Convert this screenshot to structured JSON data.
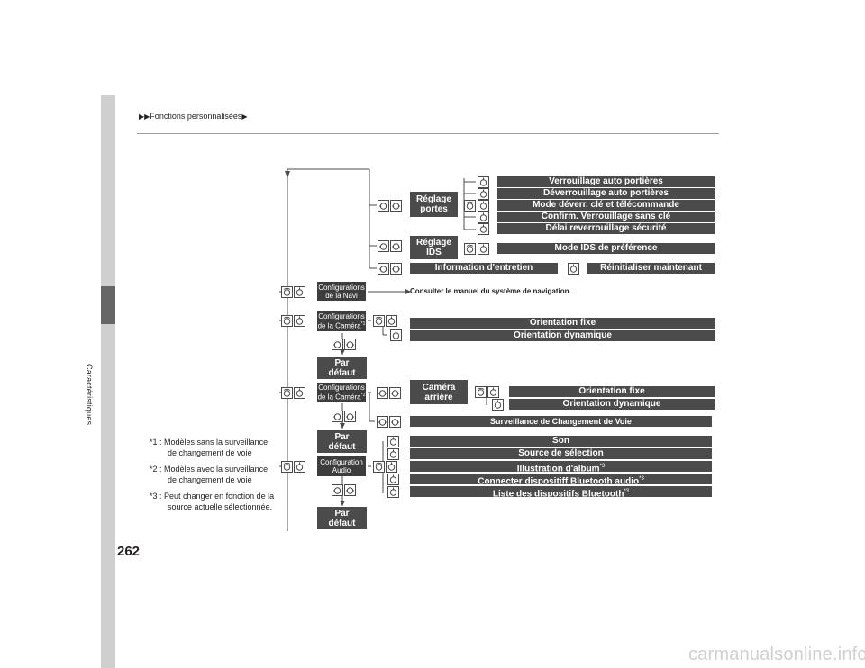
{
  "header": {
    "prefix": "▶▶",
    "title": "Fonctions personnalisées",
    "suffix": "▶"
  },
  "sidebar": {
    "label": "Caractéristiques"
  },
  "page_number": "262",
  "watermark": "carmanualsonline.info",
  "tree": {
    "door_settings": {
      "label_1": "Réglage",
      "label_2": "portes"
    },
    "door_items": [
      "Verrouillage auto portières",
      "Déverrouillage auto portières",
      "Mode déverr. clé et télécommande",
      "Confirm. Verrouillage sans clé",
      "Délai reverrouillage sécurité"
    ],
    "ids_settings": {
      "label_1": "Réglage",
      "label_2": "IDS"
    },
    "ids_item": "Mode IDS de préférence",
    "maintenance": "Information d'entretien",
    "reset_now": "Réinitialiser maintenant",
    "navi_config": {
      "label_1": "Configurations",
      "label_2": "de la Navi"
    },
    "navi_ref": "Consulter le manuel du système de navigation.",
    "camera_config_1": {
      "label_1": "Configurations",
      "label_2": "de la Caméra",
      "note": "*1"
    },
    "camera1_items": [
      "Orientation fixe",
      "Orientation dynamique"
    ],
    "default_1": {
      "label_1": "Par",
      "label_2": "défaut"
    },
    "camera_config_2": {
      "label_1": "Configurations",
      "label_2": "de la Caméra",
      "note": "*2"
    },
    "rear_camera": {
      "label_1": "Caméra",
      "label_2": "arrière"
    },
    "rear_camera_items": [
      "Orientation fixe",
      "Orientation dynamique"
    ],
    "lane_watch": "Surveillance de Changement de Voie",
    "default_2": {
      "label_1": "Par",
      "label_2": "défaut"
    },
    "audio_config": {
      "label_1": "Configuration",
      "label_2": "Audio"
    },
    "audio_items": [
      {
        "label": "Son",
        "note": ""
      },
      {
        "label": "Source de sélection",
        "note": ""
      },
      {
        "label": "Illustration d'album",
        "note": "*3"
      },
      {
        "label": "Connecter dispositiff Bluetooth audio",
        "note": "*3"
      },
      {
        "label": "Liste des dispositifs Bluetooth",
        "note": "*3"
      }
    ],
    "default_3": {
      "label_1": "Par",
      "label_2": "défaut"
    }
  },
  "footnotes": [
    {
      "key": "*1 :",
      "line_1": "Modèles sans la surveillance",
      "line_2": "de changement de voie"
    },
    {
      "key": "*2 :",
      "line_1": "Modèles avec la surveillance",
      "line_2": "de changement de voie"
    },
    {
      "key": "*3 :",
      "line_1": "Peut changer en fonction de la",
      "line_2": "source actuelle sélectionnée."
    }
  ],
  "icons": {
    "rotate": "rotate-knob-icon",
    "press": "press-knob-icon",
    "move": "move-knob-icon"
  },
  "colors": {
    "box": "#4b4b4b",
    "menu_box": "#3d3d3d",
    "side_tab": "#cfcfcf",
    "side_tab_active": "#666666"
  }
}
